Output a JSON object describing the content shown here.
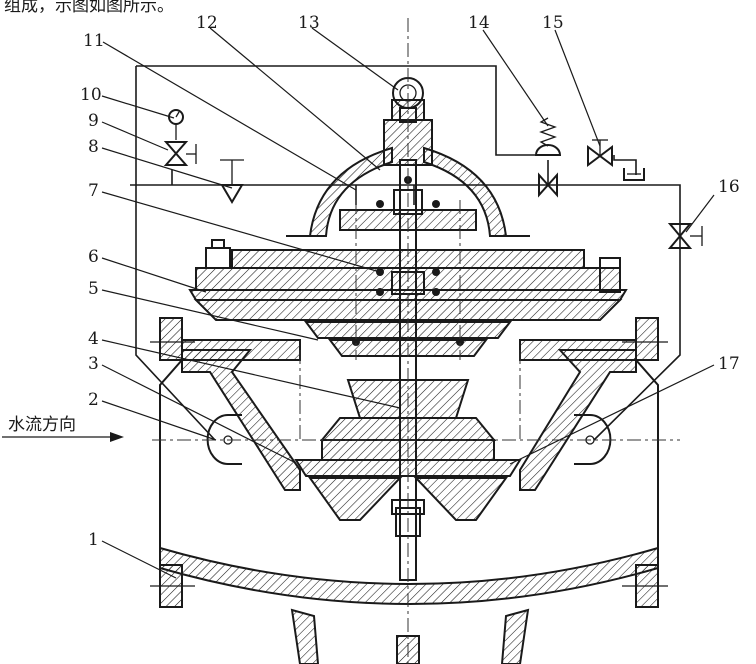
{
  "diagram": {
    "caption_top": "组成，示图如图所示。",
    "flow_label": "水流方向",
    "callouts": [
      {
        "id": "c1",
        "text": "1"
      },
      {
        "id": "c2",
        "text": "2"
      },
      {
        "id": "c3",
        "text": "3"
      },
      {
        "id": "c4",
        "text": "4"
      },
      {
        "id": "c5",
        "text": "5"
      },
      {
        "id": "c6",
        "text": "6"
      },
      {
        "id": "c7",
        "text": "7"
      },
      {
        "id": "c8",
        "text": "8"
      },
      {
        "id": "c9",
        "text": "9"
      },
      {
        "id": "c10",
        "text": "10"
      },
      {
        "id": "c11",
        "text": "11"
      },
      {
        "id": "c12",
        "text": "12"
      },
      {
        "id": "c13",
        "text": "13"
      },
      {
        "id": "c14",
        "text": "14"
      },
      {
        "id": "c15",
        "text": "15"
      },
      {
        "id": "c16",
        "text": "16"
      },
      {
        "id": "c17",
        "text": "17"
      }
    ]
  }
}
